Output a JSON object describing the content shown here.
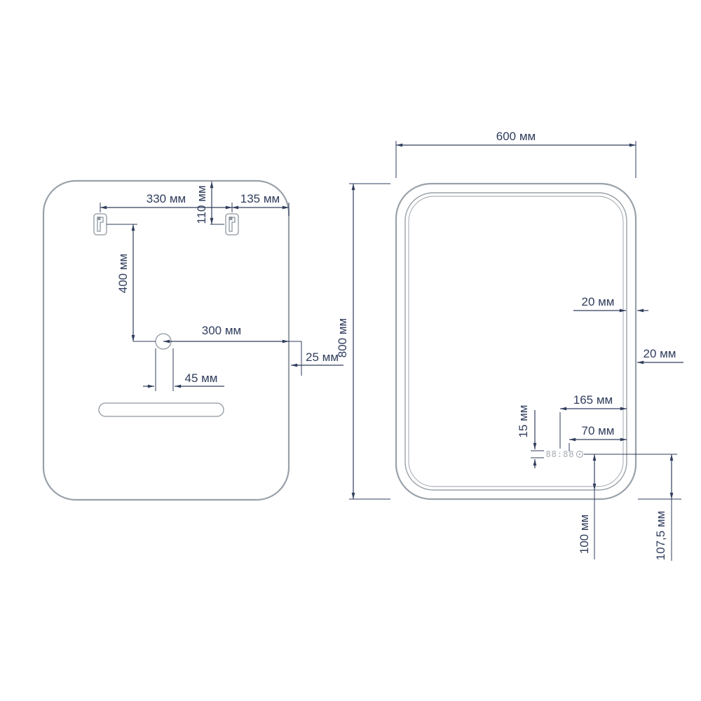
{
  "unit": "мм",
  "colors": {
    "dimension": "#303d5c",
    "outline": "#99a1a9"
  },
  "back_view": {
    "dim_330": "330 мм",
    "dim_135": "135 мм",
    "dim_110": "110 мм",
    "dim_400": "400 мм",
    "dim_300": "300 мм",
    "dim_25": "25 мм",
    "dim_45": "45 мм"
  },
  "front_view": {
    "dim_600": "600 мм",
    "dim_800": "800 мм",
    "dim_20_frame_top": "20 мм",
    "dim_20_frame_side": "20 мм",
    "dim_165": "165 мм",
    "dim_70": "70 мм",
    "dim_15": "15 мм",
    "dim_100": "100 мм",
    "dim_107_5": "107,5 мм",
    "clock": "88:88"
  }
}
